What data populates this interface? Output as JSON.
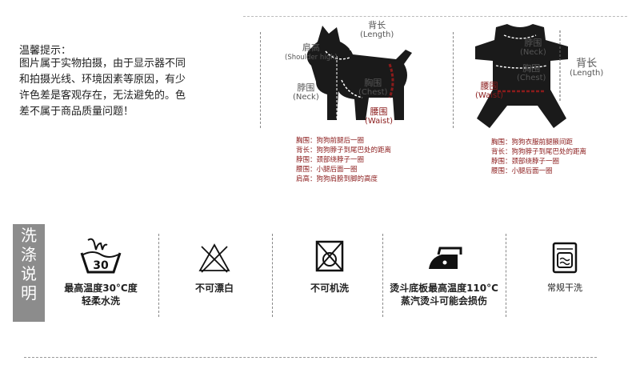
{
  "notice": {
    "title": "温馨提示：",
    "lines": [
      "图片属于实物拍摄，由于显示器不同",
      "和拍摄光线、环境因素等原因，有少",
      "许色差是客观存在，无法避免的。色",
      "差不属于商品质量问题！"
    ]
  },
  "dog": {
    "back_length": {
      "cn": "背长",
      "en": "(Length)"
    },
    "shoulder": {
      "cn": "肩高",
      "en": "(Shoulder high)"
    },
    "neck": {
      "cn": "脖围",
      "en": "(Neck)"
    },
    "chest": {
      "cn": "胸围",
      "en": "(Chest)"
    },
    "waist": {
      "cn": "腰围",
      "en": "(Waist)"
    },
    "descriptions": [
      "胸围：狗狗前腿后一圈",
      "背长：狗狗脖子到尾巴处的距离",
      "脖围：颈部绕脖子一圈",
      "腰围：小腿后面一圈",
      "肩高：狗狗肩膀到脚的高度"
    ]
  },
  "clothes": {
    "neck": {
      "cn": "脖围",
      "en": "(Neck)"
    },
    "chest": {
      "cn": "胸围",
      "en": "(Chest)"
    },
    "back_length": {
      "cn": "背长",
      "en": "(Length)"
    },
    "waist": {
      "cn": "腰围",
      "en": "(Waist)"
    },
    "descriptions": [
      "胸围：狗狗衣服前腿腋间距",
      "背长：狗狗脖子到尾巴处的距离",
      "脖围：颈部绕脖子一圈",
      "腰围：小腿后面一圈"
    ]
  },
  "washing": {
    "side_label": [
      "洗",
      "涤",
      "说",
      "明"
    ],
    "items": [
      {
        "icon": "wash-tub-30-icon",
        "tub_number": "30",
        "lines": [
          "最高温度30°C度",
          "轻柔水洗"
        ]
      },
      {
        "icon": "no-bleach-icon",
        "lines": [
          "不可漂白"
        ]
      },
      {
        "icon": "no-machine-wash-icon",
        "lines": [
          "不可机洗"
        ]
      },
      {
        "icon": "iron-icon",
        "lines": [
          "烫斗底板最高温度110°C",
          "蒸汽烫斗可能会损伤"
        ]
      },
      {
        "icon": "tumble-dry-icon",
        "lines": [
          "常规干洗"
        ]
      }
    ]
  },
  "colors": {
    "accent_red": "#8b1b1b",
    "sidebar_gray": "#8c8c8c",
    "dog_fill": "#1a1a1a"
  }
}
